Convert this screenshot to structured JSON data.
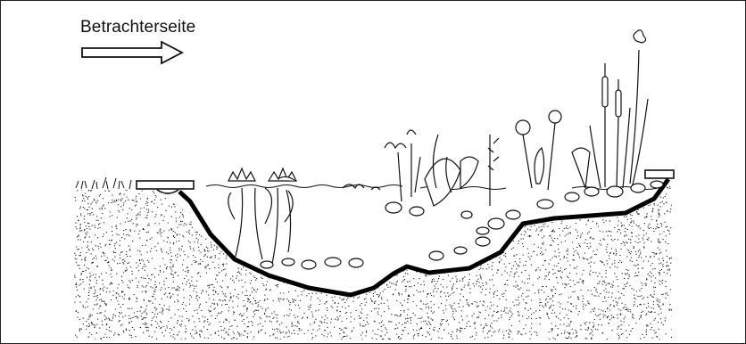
{
  "diagram": {
    "label": "Betrachterseite",
    "arrow_direction": "right",
    "colors": {
      "ink": "#111111",
      "background": "#ffffff"
    },
    "elements": [
      "viewer-side-arrow",
      "pond-liner",
      "soil-stipple",
      "water-surface",
      "water-lilies",
      "marsh-plants",
      "cattails",
      "allium-flower",
      "stones",
      "edge-slabs"
    ]
  }
}
